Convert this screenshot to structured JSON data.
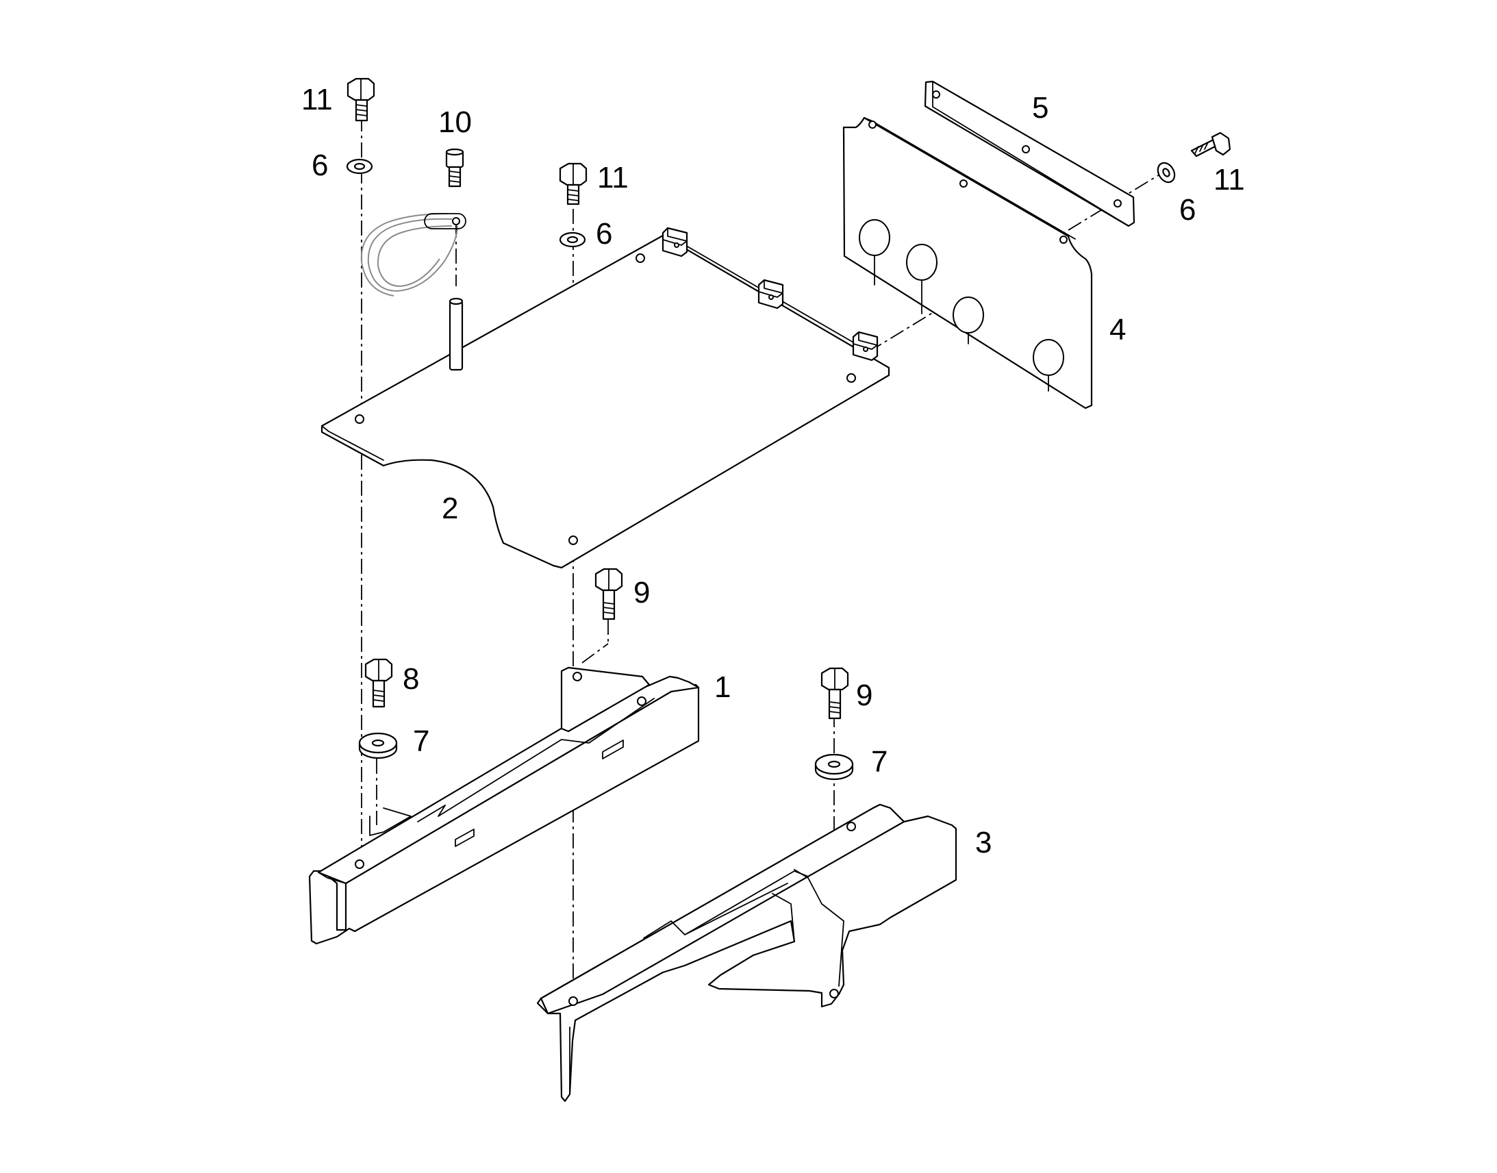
{
  "callouts": {
    "c11a": "11",
    "c6a": "6",
    "c10": "10",
    "c11b": "11",
    "c6b": "6",
    "c5": "5",
    "c11c": "11",
    "c6c": "6",
    "c4": "4",
    "c2": "2",
    "c9a": "9",
    "c8": "8",
    "c1": "1",
    "c7a": "7",
    "c9b": "9",
    "c7b": "7",
    "c3": "3"
  }
}
